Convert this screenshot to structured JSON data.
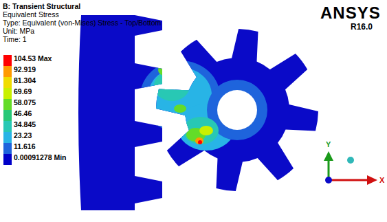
{
  "diagram": {
    "title": "B: Transient Structural",
    "labels": [
      "Equivalent Stress",
      "Type: Equivalent (von-Mises) Stress - Top/Bottom",
      "Unit: MPa",
      "Time: 1",
      "ANSYS",
      "R16.0",
      "Y",
      "X"
    ],
    "legend": [
      {
        "text": "104.53 Max",
        "color": "#ff0000"
      },
      {
        "text": "92.919",
        "color": "#ff9a00"
      },
      {
        "text": "81.304",
        "color": "#f0dc00"
      },
      {
        "text": "69.69",
        "color": "#c8f000"
      },
      {
        "text": "58.075",
        "color": "#64dc28"
      },
      {
        "text": "46.46",
        "color": "#28c878"
      },
      {
        "text": "34.845",
        "color": "#28c8b4"
      },
      {
        "text": "23.23",
        "color": "#28b4e6"
      },
      {
        "text": "11.616",
        "color": "#1e64dc"
      },
      {
        "text": "0.00091278 Min",
        "color": "#0000c8"
      }
    ]
  }
}
